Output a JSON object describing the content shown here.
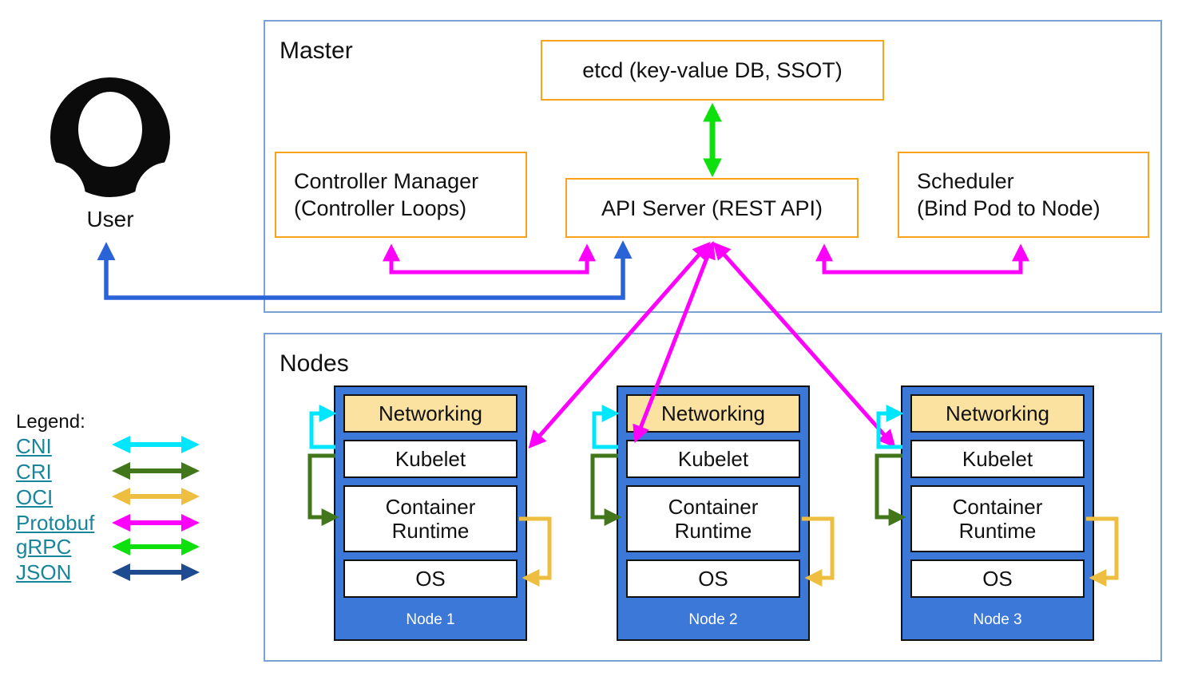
{
  "master": {
    "title": "Master",
    "etcd_label": "etcd (key-value DB, SSOT)",
    "controller_manager": {
      "line1": "Controller Manager",
      "line2": "(Controller Loops)"
    },
    "api_server_label": "API Server (REST API)",
    "scheduler": {
      "line1": "Scheduler",
      "line2": "(Bind Pod to Node)"
    }
  },
  "user": {
    "label": "User"
  },
  "nodes_section": {
    "title": "Nodes",
    "nodes": [
      {
        "name": "Node 1",
        "layers": [
          "Networking",
          "Kubelet",
          "Container Runtime",
          "OS"
        ]
      },
      {
        "name": "Node 2",
        "layers": [
          "Networking",
          "Kubelet",
          "Container Runtime",
          "OS"
        ]
      },
      {
        "name": "Node 3",
        "layers": [
          "Networking",
          "Kubelet",
          "Container Runtime",
          "OS"
        ]
      }
    ]
  },
  "legend": {
    "title": "Legend:",
    "items": [
      {
        "label": "CNI",
        "color": "#00E6FF"
      },
      {
        "label": "CRI",
        "color": "#41761B"
      },
      {
        "label": "OCI",
        "color": "#EDBE3F"
      },
      {
        "label": "Protobuf",
        "color": "#FF00FF"
      },
      {
        "label": "gRPC",
        "color": "#0EE00E"
      },
      {
        "label": "JSON",
        "color": "#1E4B8F"
      }
    ]
  },
  "colors": {
    "section_border": "#7AA3D4",
    "component_border": "#F9A21B",
    "node_fill": "#3C78D8",
    "networking_fill": "#FBE2A0",
    "user_api_arrow": "#2A62D8",
    "protobuf_arrow": "#FF00FF",
    "grpc_arrow": "#0EE00E",
    "link_text": "#18859B"
  }
}
